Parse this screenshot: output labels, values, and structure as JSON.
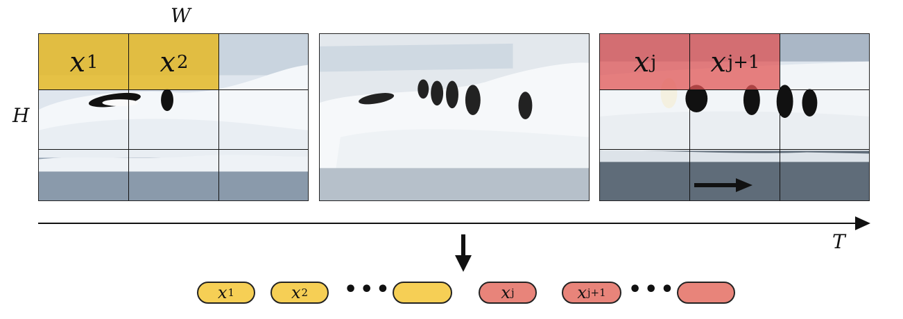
{
  "labels": {
    "width": "W",
    "height": "H",
    "time": "T"
  },
  "frame1": {
    "cells": [
      {
        "var": "x",
        "sub": "1"
      },
      {
        "var": "x",
        "sub": "2"
      }
    ]
  },
  "frame3": {
    "cells": [
      {
        "var": "x",
        "sub": "j"
      },
      {
        "var": "x",
        "sub": "j+1"
      }
    ]
  },
  "sequence": {
    "tokens": [
      {
        "var": "x",
        "sub": "1",
        "color": "#f6cf55"
      },
      {
        "var": "x",
        "sub": "2",
        "color": "#f6cf55"
      },
      {
        "var": "",
        "sub": "",
        "color": "#f6cf55"
      },
      {
        "var": "x",
        "sub": "j",
        "color": "#e8847a"
      },
      {
        "var": "x",
        "sub": "j+1",
        "color": "#e8847a"
      },
      {
        "var": "",
        "sub": "",
        "color": "#e8847a"
      }
    ],
    "ellipsis": "•••"
  },
  "colors": {
    "yellow_overlay": "#e6b820",
    "red_overlay": "#e05555"
  }
}
